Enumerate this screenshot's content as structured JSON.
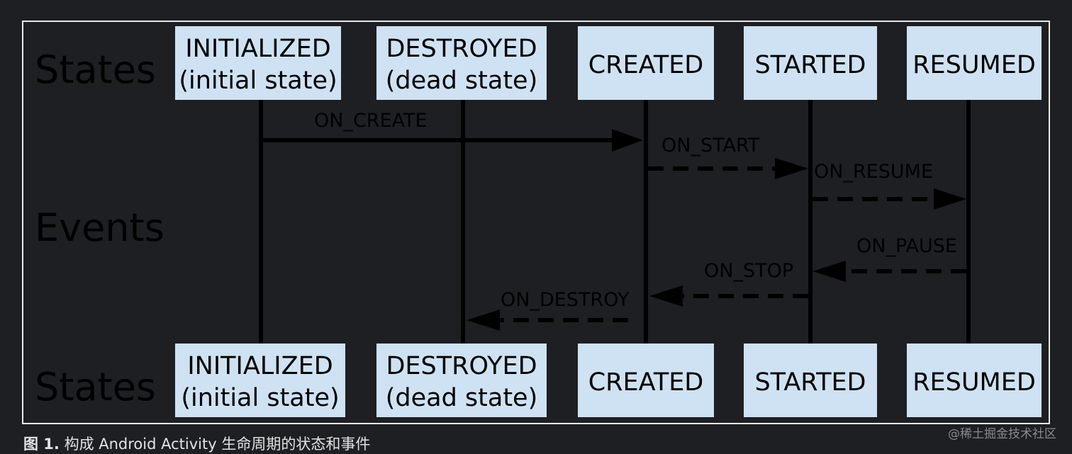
{
  "row_labels": {
    "top": "States",
    "middle": "Events",
    "bottom": "States"
  },
  "states": [
    {
      "line1": "INITIALIZED",
      "line2": "(initial state)"
    },
    {
      "line1": "DESTROYED",
      "line2": "(dead state)"
    },
    {
      "line1": "CREATED",
      "line2": ""
    },
    {
      "line1": "STARTED",
      "line2": ""
    },
    {
      "line1": "RESUMED",
      "line2": ""
    }
  ],
  "events": [
    {
      "label": "ON_CREATE",
      "from": "INITIALIZED",
      "to": "CREATED",
      "style": "solid"
    },
    {
      "label": "ON_START",
      "from": "CREATED",
      "to": "STARTED",
      "style": "dashed"
    },
    {
      "label": "ON_RESUME",
      "from": "STARTED",
      "to": "RESUMED",
      "style": "dashed"
    },
    {
      "label": "ON_PAUSE",
      "from": "RESUMED",
      "to": "STARTED",
      "style": "dashed"
    },
    {
      "label": "ON_STOP",
      "from": "STARTED",
      "to": "CREATED",
      "style": "dashed"
    },
    {
      "label": "ON_DESTROY",
      "from": "CREATED",
      "to": "DESTROYED",
      "style": "dashed"
    }
  ],
  "colors": {
    "state_box": "#cfe2f3",
    "page_background": "#1e1f22",
    "line": "#000000"
  },
  "caption": {
    "number": "图 1.",
    "text": " 构成 Android Activity 生命周期的状态和事件"
  },
  "watermark": "@稀土掘金技术社区"
}
